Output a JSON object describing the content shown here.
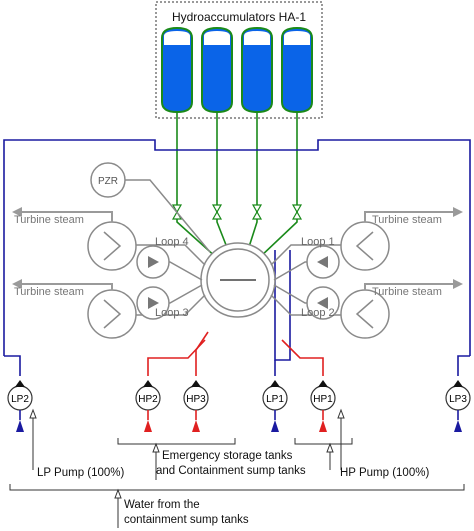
{
  "accumulators": {
    "title": "Hydroaccumulators HA-1",
    "count": 4
  },
  "pzr_label": "PZR",
  "turbine_steam_label": "Turbine steam",
  "loops": [
    "Loop 1",
    "Loop 2",
    "Loop 3",
    "Loop 4"
  ],
  "pumps": [
    "LP2",
    "HP2",
    "HP3",
    "LP1",
    "HP1",
    "LP3"
  ],
  "labels": {
    "tanks_line1": "Emergency storage tanks",
    "tanks_line2": "and Containment sump tanks",
    "lp_pump": "LP Pump (100%)",
    "hp_pump": "HP Pump (100%)",
    "sump_line1": "Water from the",
    "sump_line2": "containment sump tanks"
  },
  "colors": {
    "accumulator_fill": "#0a64e8",
    "accumulator_line": "#1a8a1a",
    "lp_line": "#1a1aa0",
    "hp_line": "#e02020",
    "equipment_gray": "#8a8a8a",
    "arrow_gray": "#9a9a9a"
  }
}
